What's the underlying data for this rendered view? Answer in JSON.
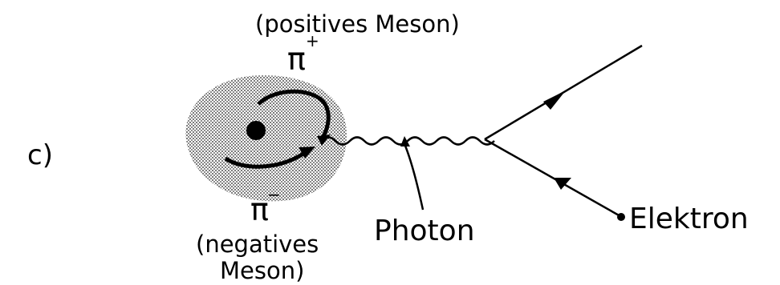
{
  "panel_label": "c)",
  "labels": {
    "pi_plus": "π",
    "pi_plus_sup": "+",
    "positive_meson": "(positives Meson)",
    "pi_minus": "π",
    "pi_minus_sup": "−",
    "negative_meson_line1": "(negatives",
    "negative_meson_line2": "Meson)",
    "photon": "Photon",
    "electron": "Elektron"
  },
  "colors": {
    "ink": "#000000",
    "cloud": "#9b9b9b",
    "background": "#ffffff"
  }
}
